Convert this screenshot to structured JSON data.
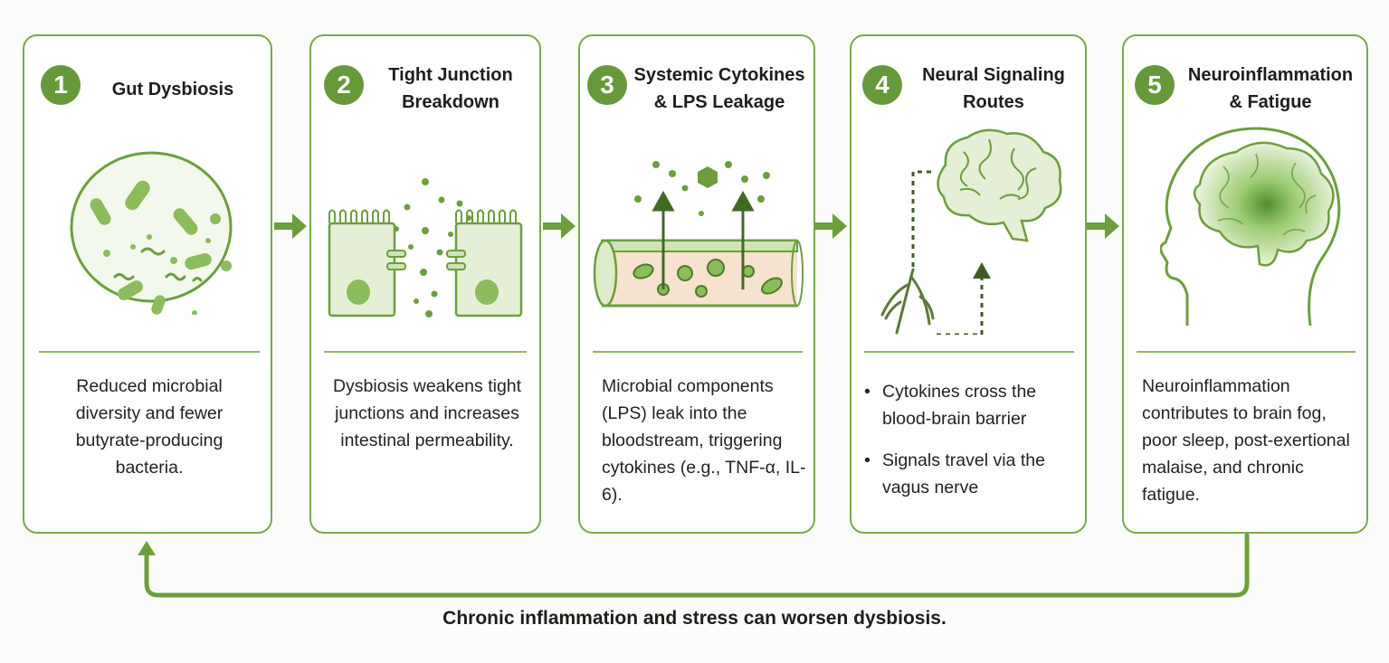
{
  "colors": {
    "accent": "#66993a",
    "border": "#7aa84a",
    "light_fill": "#e4efd6"
  },
  "steps": [
    {
      "number": "1",
      "title_lines": [
        "Gut Dysbiosis"
      ],
      "description": "Reduced microbial diversity and fewer butyrate-producing bacteria.",
      "icon": "bacteria-petri-dish-icon"
    },
    {
      "number": "2",
      "title_lines": [
        "Tight Junction",
        "Breakdown"
      ],
      "description": "Dysbiosis weakens tight junctions and increases intestinal permeability.",
      "icon": "intestinal-cells-icon"
    },
    {
      "number": "3",
      "title_lines": [
        "Systemic Cytokines",
        "& LPS Leakage"
      ],
      "description": "Microbial components (LPS) leak into the bloodstream, triggering cytokines (e.g., TNF-α, IL-6).",
      "icon": "blood-vessel-icon"
    },
    {
      "number": "4",
      "title_lines": [
        "Neural Signaling",
        "Routes"
      ],
      "bullets": [
        "Cytokines cross the blood-brain barrier",
        "Signals travel via the vagus nerve"
      ],
      "icon": "brain-nerve-icon"
    },
    {
      "number": "5",
      "title_lines": [
        "Neuroinflammation",
        "& Fatigue"
      ],
      "description": "Neuroinflammation contributes to brain fog, poor sleep, post-exertional malaise, and chronic fatigue.",
      "icon": "head-brain-icon"
    }
  ],
  "feedback_caption": "Chronic inflammation and stress can worsen dysbiosis."
}
